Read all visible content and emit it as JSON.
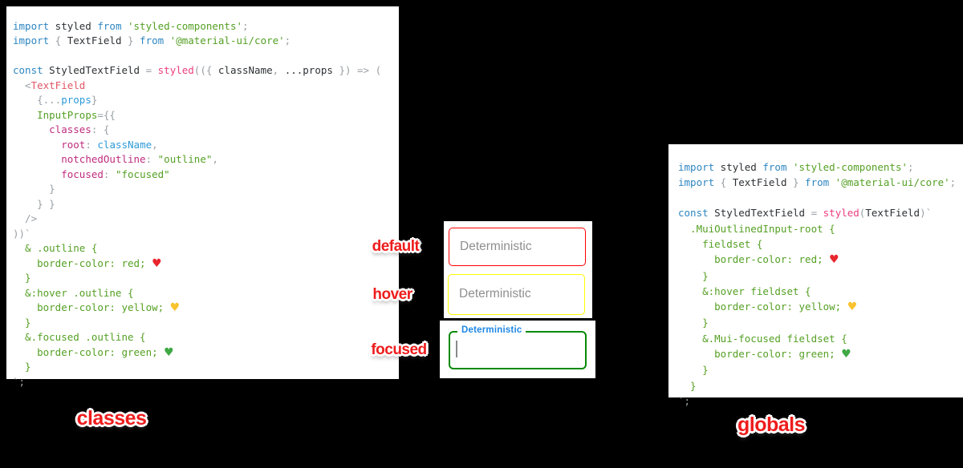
{
  "canvas": {
    "background": "#000000",
    "card_background": "#ffffff"
  },
  "colors": {
    "keyword_blue": "#2e86c1",
    "identifier_dark": "#2d3134",
    "string_css_green": "#55a024",
    "punctuation_gray": "#9aa0a4",
    "function_pink": "#ec3e7e",
    "jsx_tag_red": "#e25767",
    "property_magenta": "#bf2c7f",
    "reference_blue": "#2e9ad8",
    "heart_red": "#e8262d",
    "heart_yellow": "#f9c22e",
    "heart_green": "#3fa844",
    "caption_red": "#ee1c1c",
    "field_border_default": "#ff0000",
    "field_border_hover": "#ffff00",
    "field_border_focused": "#068a06",
    "focused_label_blue": "#1e88e5",
    "placeholder_gray": "#8f8f8f"
  },
  "left_code": {
    "lines": [
      [
        [
          "kw",
          "import"
        ],
        [
          "id",
          " styled "
        ],
        [
          "kw",
          "from"
        ],
        [
          "grn",
          " 'styled-components'"
        ],
        [
          "pun",
          ";"
        ]
      ],
      [
        [
          "kw",
          "import"
        ],
        [
          "pun",
          " { "
        ],
        [
          "id",
          "TextField"
        ],
        [
          "pun",
          " } "
        ],
        [
          "kw",
          "from"
        ],
        [
          "grn",
          " '@material-ui/core'"
        ],
        [
          "pun",
          ";"
        ]
      ],
      [],
      [
        [
          "kw",
          "const"
        ],
        [
          "id",
          " StyledTextField "
        ],
        [
          "pun",
          "= "
        ],
        [
          "fn",
          "styled"
        ],
        [
          "pun",
          "(({ "
        ],
        [
          "id",
          "className"
        ],
        [
          "pun",
          ", "
        ],
        [
          "id",
          "...props"
        ],
        [
          "pun",
          " }) => ("
        ]
      ],
      [
        [
          "pun",
          "  <"
        ],
        [
          "tag",
          "TextField"
        ]
      ],
      [
        [
          "pun",
          "    {..."
        ],
        [
          "ref",
          "props"
        ],
        [
          "pun",
          "}"
        ]
      ],
      [
        [
          "pun",
          "    "
        ],
        [
          "grn",
          "InputProps"
        ],
        [
          "pun",
          "={{"
        ]
      ],
      [
        [
          "pun",
          "      "
        ],
        [
          "prop",
          "classes"
        ],
        [
          "pun",
          ": {"
        ]
      ],
      [
        [
          "pun",
          "        "
        ],
        [
          "prop",
          "root"
        ],
        [
          "pun",
          ": "
        ],
        [
          "ref",
          "className"
        ],
        [
          "pun",
          ","
        ]
      ],
      [
        [
          "pun",
          "        "
        ],
        [
          "prop",
          "notchedOutline"
        ],
        [
          "pun",
          ": "
        ],
        [
          "grn",
          "\"outline\""
        ],
        [
          "pun",
          ","
        ]
      ],
      [
        [
          "pun",
          "        "
        ],
        [
          "prop",
          "focused"
        ],
        [
          "pun",
          ": "
        ],
        [
          "grn",
          "\"focused\""
        ]
      ],
      [
        [
          "pun",
          "      }"
        ]
      ],
      [
        [
          "pun",
          "    } }"
        ]
      ],
      [
        [
          "pun",
          "  />"
        ]
      ],
      [
        [
          "pun",
          "))`"
        ]
      ],
      [
        [
          "grn",
          "  & .outline {"
        ]
      ],
      [
        [
          "grn",
          "    border-color: red; "
        ],
        [
          "hr",
          "♥"
        ]
      ],
      [
        [
          "grn",
          "  }"
        ]
      ],
      [
        [
          "grn",
          "  &:hover .outline {"
        ]
      ],
      [
        [
          "grn",
          "    border-color: yellow; "
        ],
        [
          "hy",
          "♥"
        ]
      ],
      [
        [
          "grn",
          "  }"
        ]
      ],
      [
        [
          "grn",
          "  &.focused .outline {"
        ]
      ],
      [
        [
          "grn",
          "    border-color: green; "
        ],
        [
          "hg",
          "♥"
        ]
      ],
      [
        [
          "grn",
          "  }"
        ]
      ],
      [
        [
          "pun",
          "`;"
        ]
      ]
    ]
  },
  "right_code": {
    "lines": [
      [
        [
          "kw",
          "import"
        ],
        [
          "id",
          " styled "
        ],
        [
          "kw",
          "from"
        ],
        [
          "grn",
          " 'styled-components'"
        ],
        [
          "pun",
          ";"
        ]
      ],
      [
        [
          "kw",
          "import"
        ],
        [
          "pun",
          " { "
        ],
        [
          "id",
          "TextField"
        ],
        [
          "pun",
          " } "
        ],
        [
          "kw",
          "from"
        ],
        [
          "grn",
          " '@material-ui/core'"
        ],
        [
          "pun",
          ";"
        ]
      ],
      [],
      [
        [
          "kw",
          "const"
        ],
        [
          "id",
          " StyledTextField "
        ],
        [
          "pun",
          "= "
        ],
        [
          "fn",
          "styled"
        ],
        [
          "pun",
          "("
        ],
        [
          "id",
          "TextField"
        ],
        [
          "pun",
          ")`"
        ]
      ],
      [
        [
          "grn",
          "  .MuiOutlinedInput-root {"
        ]
      ],
      [
        [
          "grn",
          "    fieldset {"
        ]
      ],
      [
        [
          "grn",
          "      border-color: red; "
        ],
        [
          "hr",
          "♥"
        ]
      ],
      [
        [
          "grn",
          "    }"
        ]
      ],
      [
        [
          "grn",
          "    &:hover fieldset {"
        ]
      ],
      [
        [
          "grn",
          "      border-color: yellow; "
        ],
        [
          "hy",
          "♥"
        ]
      ],
      [
        [
          "grn",
          "    }"
        ]
      ],
      [
        [
          "grn",
          "    &.Mui-focused fieldset {"
        ]
      ],
      [
        [
          "grn",
          "      border-color: green; "
        ],
        [
          "hg",
          "♥"
        ]
      ],
      [
        [
          "grn",
          "    }"
        ]
      ],
      [
        [
          "grn",
          "  }"
        ]
      ],
      [
        [
          "pun",
          "`;"
        ]
      ]
    ]
  },
  "fields": {
    "default": {
      "label": "Deterministic",
      "state": "default"
    },
    "hover": {
      "label": "Deterministic",
      "state": "hover"
    },
    "focused": {
      "label": "Deterministic",
      "state": "focused"
    }
  },
  "captions": {
    "default": "default",
    "hover": "hover",
    "focused": "focused",
    "left": "classes",
    "right": "globals"
  },
  "icons": {
    "heart_red": "red-heart-icon",
    "heart_yellow": "yellow-heart-icon",
    "heart_green": "green-heart-icon",
    "caret": "text-caret-icon"
  }
}
